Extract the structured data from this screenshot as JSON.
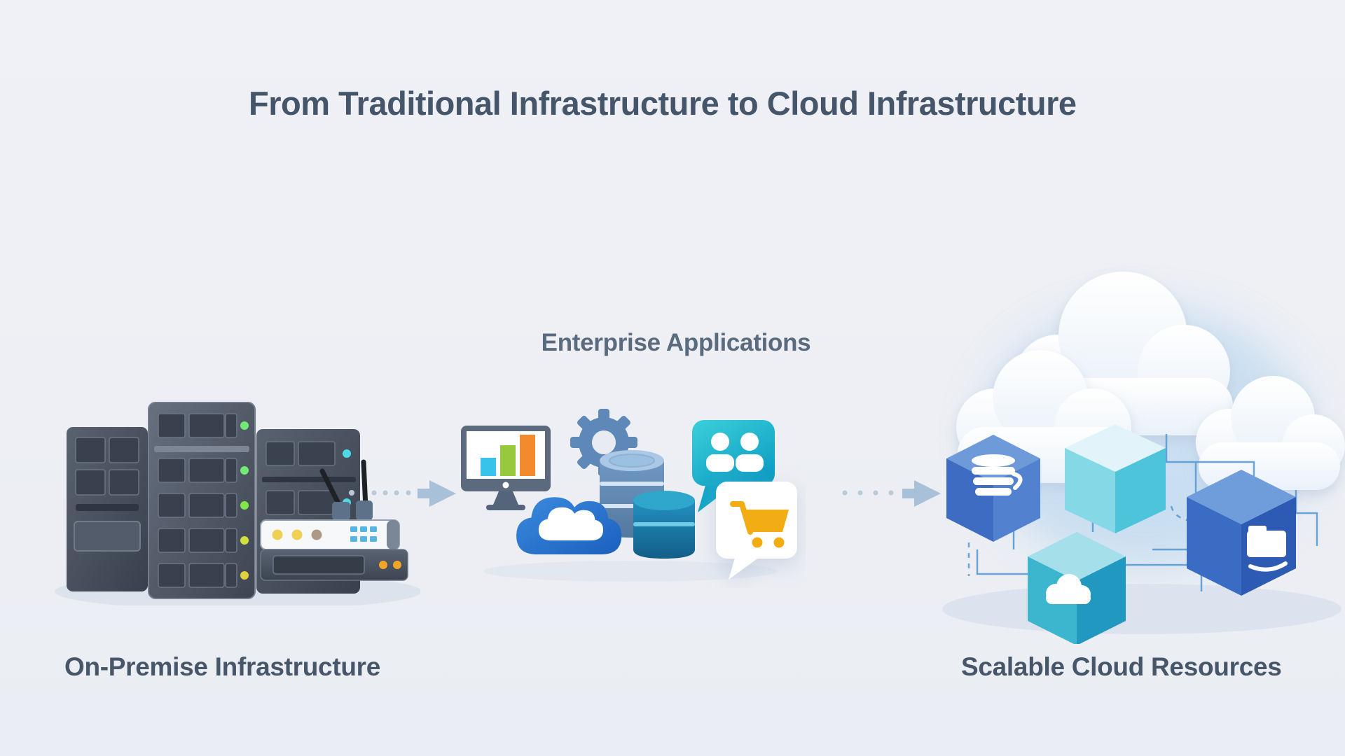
{
  "header": {
    "title": "From Traditional Infrastructure to Cloud Infrastructure"
  },
  "sections": {
    "on_premise": {
      "label": "On-Premise Infrastructure"
    },
    "enterprise": {
      "label": "Enterprise Applications"
    },
    "cloud": {
      "label": "Scalable Cloud Resources"
    }
  },
  "flow": {
    "arrow_left": "dotted flow arrow from on-premise servers to enterprise applications",
    "arrow_right": "dotted flow arrow from enterprise applications to cloud resources"
  },
  "icons": {
    "left": [
      "server-rack-icon",
      "network-router-icon",
      "rack-unit-icon",
      "antenna-icon"
    ],
    "middle": [
      "monitor-bar-chart-icon",
      "gear-icon",
      "database-icon",
      "database-small-icon",
      "cloud-icon",
      "chat-users-icon",
      "shopping-cart-bubble-icon"
    ],
    "right": [
      "cloud-shape-icon",
      "database-cube-icon",
      "plain-cube-icon",
      "cloud-cube-icon",
      "files-cube-icon",
      "circuit-lines"
    ]
  },
  "colors": {
    "background": "#edeff4",
    "title_text": "#46566a",
    "subtitle_text": "#5a6b7e",
    "label_text": "#475769",
    "arrow": "#a9c0d9",
    "circuit_line": "#5b9bd5",
    "accent_blue": "#2f7cd0",
    "steel_blue": "#5e87b8",
    "teal": "#1ab4cc",
    "chart_cyan": "#38c4ea",
    "chart_green": "#96c93e",
    "chart_orange": "#f18b2b",
    "cart_yellow": "#f2ac14",
    "server_body": "#4c5564",
    "led_green": "#74e874",
    "led_yellow": "#e2d23c",
    "led_cyan": "#4fd8e8",
    "led_orange": "#f2a428",
    "cube_blue": "#3e6cc2",
    "cube_cyan": "#4ec4da",
    "cloud_white": "#fbfdff"
  }
}
